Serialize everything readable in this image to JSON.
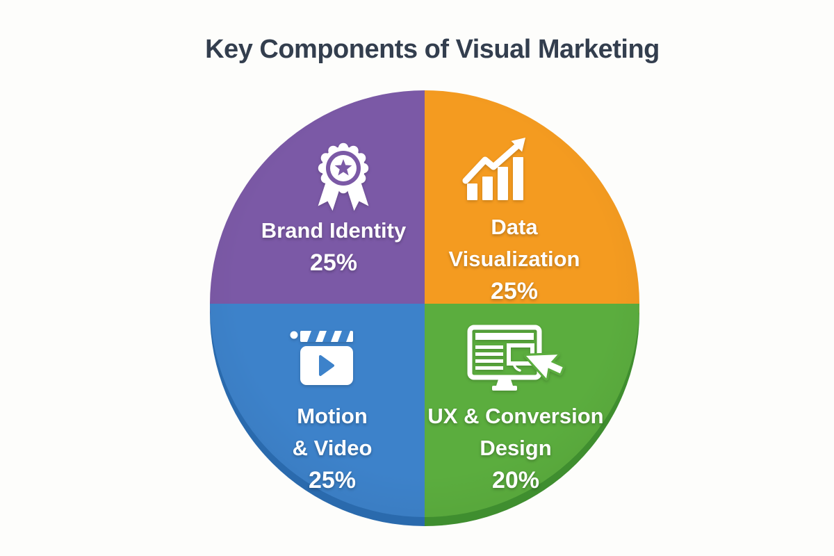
{
  "title": "Key Components of Visual Marketing",
  "title_color": "#333e4e",
  "background_color": "#fdfdfb",
  "chart_data": {
    "type": "pie",
    "title": "Key Components of Visual Marketing",
    "label_position": "inside",
    "legend": "none",
    "categories": [
      "Brand Identity",
      "Data Visualization",
      "Motion & Video",
      "UX & Conversion Design"
    ],
    "values": [
      25,
      25,
      25,
      20
    ],
    "segments": [
      {
        "label": "Brand Identity",
        "lines": [
          "Brand Identity"
        ],
        "value": 25,
        "display": "25%",
        "color": "#7b59a6",
        "dark_color": "#5e4287",
        "icon": "award-badge-icon",
        "position": "top-left"
      },
      {
        "label": "Data Visualization",
        "lines": [
          "Data",
          "Visualization"
        ],
        "value": 25,
        "display": "25%",
        "color": "#f49b20",
        "dark_color": "#cf7d13",
        "icon": "growth-bar-chart-icon",
        "position": "top-right"
      },
      {
        "label": "Motion & Video",
        "lines": [
          "Motion",
          "& Video"
        ],
        "value": 25,
        "display": "25%",
        "color": "#3d82ca",
        "dark_color": "#2a6aad",
        "icon": "clapperboard-play-icon",
        "position": "bottom-left"
      },
      {
        "label": "UX & Conversion Design",
        "lines": [
          "UX & Conversion",
          "Design"
        ],
        "value": 20,
        "display": "20%",
        "color": "#5bad3e",
        "dark_color": "#3f8e2f",
        "icon": "monitor-cursor-icon",
        "position": "bottom-right"
      }
    ]
  }
}
